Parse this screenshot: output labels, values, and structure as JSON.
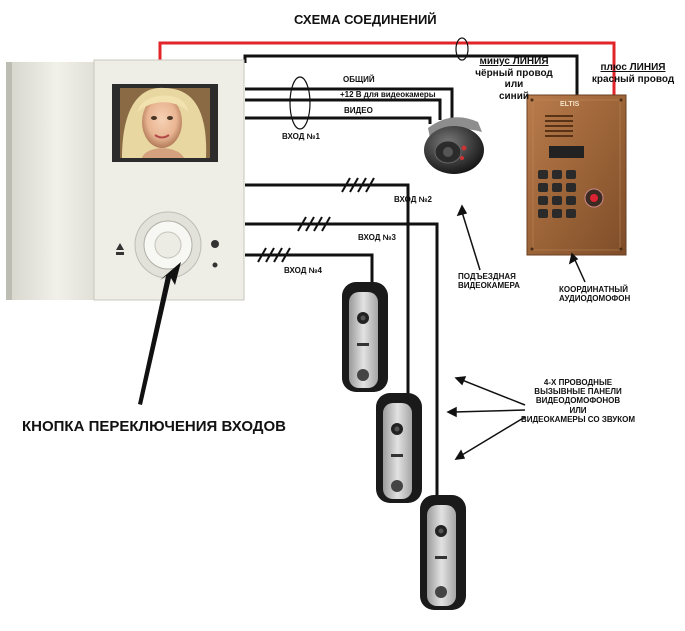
{
  "title": "СХЕМА СОЕДИНЕНИЙ",
  "labels": {
    "common": "ОБЩИЙ",
    "power": "+12 В для видеокамеры",
    "video": "ВИДЕО",
    "input1": "ВХОД №1",
    "input2": "ВХОД №2",
    "input3": "ВХОД №3",
    "input4": "ВХОД №4",
    "minus_line_title": "минус ЛИНИЯ",
    "minus_line_l1": "чёрный провод",
    "minus_line_l2": "или",
    "minus_line_l3": "синий",
    "plus_line_title": "плюс ЛИНИЯ",
    "plus_line_l1": "красный провод",
    "entrance_cam_l1": "ПОДЪЕЗДНАЯ",
    "entrance_cam_l2": "ВИДЕОКАМЕРА",
    "audio_l1": "КООРДИНАТНЫЙ",
    "audio_l2": "АУДИОДОМОФОН",
    "panels_l1": "4-Х ПРОВОДНЫЕ",
    "panels_l2": "ВЫЗЫВНЫЕ ПАНЕЛИ",
    "panels_l3": "ВИДЕОДОМОФОНОВ",
    "panels_l4": "ИЛИ",
    "panels_l5": "ВИДЕОКАМЕРЫ СО ЗВУКОМ",
    "button_label": "КНОПКА ПЕРЕКЛЮЧЕНИЯ ВХОДОВ"
  },
  "device_brand": "ELTIS",
  "colors": {
    "red_wire": "#e0242a",
    "black_wire": "#111111",
    "panel_bronze": "#a0683f",
    "monitor": "#ecebe2"
  }
}
